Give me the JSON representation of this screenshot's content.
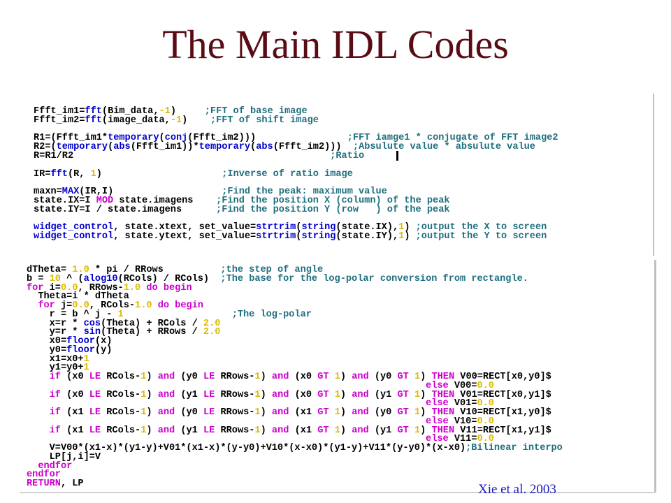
{
  "slide": {
    "title": "The Main IDL Codes",
    "citation": "Xie et al. 2003"
  },
  "code_colors": {
    "default": "#000000",
    "function": "#0000cc",
    "keyword": "#cc00cc",
    "number": "#ddbb00",
    "comment": "#1f6f7f"
  },
  "code_top": {
    "lines": [
      [
        [
          "d",
          "Ffft_im1="
        ],
        [
          "f",
          "fft"
        ],
        [
          "d",
          "(Bim_data,"
        ],
        [
          "n",
          "-1"
        ],
        [
          "d",
          ")     "
        ],
        [
          "c",
          ";FFT of base image"
        ]
      ],
      [
        [
          "d",
          "Ffft_im2="
        ],
        [
          "f",
          "fft"
        ],
        [
          "d",
          "(image_data,"
        ],
        [
          "n",
          "-1"
        ],
        [
          "d",
          ")    "
        ],
        [
          "c",
          ";FFT of shift image"
        ]
      ],
      [],
      [
        [
          "d",
          "R1=(Ffft_im1*"
        ],
        [
          "f",
          "temporary"
        ],
        [
          "d",
          "("
        ],
        [
          "f",
          "conj"
        ],
        [
          "d",
          "(Ffft_im2)))                "
        ],
        [
          "c",
          ";FFT iamge1 * conjugate of FFT image2"
        ]
      ],
      [
        [
          "d",
          "R2=("
        ],
        [
          "f",
          "temporary"
        ],
        [
          "d",
          "("
        ],
        [
          "f",
          "abs"
        ],
        [
          "d",
          "(Ffft_im1))*"
        ],
        [
          "f",
          "temporary"
        ],
        [
          "d",
          "("
        ],
        [
          "f",
          "abs"
        ],
        [
          "d",
          "(Ffft_im2)))  "
        ],
        [
          "c",
          ";Absulute value * absulute value"
        ]
      ],
      [
        [
          "d",
          "R=R1/R2                                             "
        ],
        [
          "c",
          ";Ratio"
        ]
      ],
      [],
      [
        [
          "d",
          "IR="
        ],
        [
          "f",
          "fft"
        ],
        [
          "d",
          "(R, "
        ],
        [
          "n",
          "1"
        ],
        [
          "d",
          ")                     "
        ],
        [
          "c",
          ";Inverse of ratio image"
        ]
      ],
      [],
      [
        [
          "d",
          "maxn="
        ],
        [
          "f",
          "MAX"
        ],
        [
          "d",
          "(IR,I)                   "
        ],
        [
          "c",
          ";Find the peak: maximum value"
        ]
      ],
      [
        [
          "d",
          "state.IX=I "
        ],
        [
          "k",
          "MOD"
        ],
        [
          "d",
          " state.imagens    "
        ],
        [
          "c",
          ";Find the position X (column) of the peak"
        ]
      ],
      [
        [
          "d",
          "state.IY=I / state.imagens      "
        ],
        [
          "c",
          ";Find the position Y (row   ) of the peak"
        ]
      ],
      [],
      [
        [
          "f",
          "widget_control"
        ],
        [
          "d",
          ", state.xtext, set_value="
        ],
        [
          "f",
          "strtrim"
        ],
        [
          "d",
          "("
        ],
        [
          "f",
          "string"
        ],
        [
          "d",
          "(state.IX),"
        ],
        [
          "n",
          "1"
        ],
        [
          "d",
          ") "
        ],
        [
          "c",
          ";output the X to screen"
        ]
      ],
      [
        [
          "f",
          "widget_control"
        ],
        [
          "d",
          ", state.ytext, set_value="
        ],
        [
          "f",
          "strtrim"
        ],
        [
          "d",
          "("
        ],
        [
          "f",
          "string"
        ],
        [
          "d",
          "(state.IY),"
        ],
        [
          "n",
          "1"
        ],
        [
          "d",
          ") "
        ],
        [
          "c",
          ";output the Y to screen"
        ]
      ]
    ]
  },
  "code_bottom": {
    "lines": [
      [
        [
          "d",
          "dTheta= "
        ],
        [
          "n",
          "1.0"
        ],
        [
          "d",
          " * pi / RRows          "
        ],
        [
          "c",
          ";the step of angle"
        ]
      ],
      [
        [
          "d",
          "b = "
        ],
        [
          "n",
          "10"
        ],
        [
          "d",
          " ^ ("
        ],
        [
          "f",
          "alog10"
        ],
        [
          "d",
          "(RCols) / RCols)  "
        ],
        [
          "c",
          ";The base for the log-polar conversion from rectangle."
        ]
      ],
      [
        [
          "k",
          "for"
        ],
        [
          "d",
          " i="
        ],
        [
          "n",
          "0.0"
        ],
        [
          "d",
          ", RRows-"
        ],
        [
          "n",
          "1.0"
        ],
        [
          "d",
          " "
        ],
        [
          "k",
          "do begin"
        ]
      ],
      [
        [
          "d",
          "  Theta=i * dTheta"
        ]
      ],
      [
        [
          "d",
          "  "
        ],
        [
          "k",
          "for"
        ],
        [
          "d",
          " j="
        ],
        [
          "n",
          "0.0"
        ],
        [
          "d",
          ", RCols-"
        ],
        [
          "n",
          "1.0"
        ],
        [
          "d",
          " "
        ],
        [
          "k",
          "do begin"
        ]
      ],
      [
        [
          "d",
          "    r = b ^ j - "
        ],
        [
          "n",
          "1"
        ],
        [
          "d",
          "                   "
        ],
        [
          "c",
          ";The log-polar"
        ]
      ],
      [
        [
          "d",
          "    x=r * "
        ],
        [
          "f",
          "cos"
        ],
        [
          "d",
          "(Theta) + RCols / "
        ],
        [
          "n",
          "2.0"
        ]
      ],
      [
        [
          "d",
          "    y=r * "
        ],
        [
          "f",
          "sin"
        ],
        [
          "d",
          "(Theta) + RRows / "
        ],
        [
          "n",
          "2.0"
        ]
      ],
      [
        [
          "d",
          "    x0="
        ],
        [
          "f",
          "floor"
        ],
        [
          "d",
          "(x)"
        ]
      ],
      [
        [
          "d",
          "    y0="
        ],
        [
          "f",
          "floor"
        ],
        [
          "d",
          "(y)"
        ]
      ],
      [
        [
          "d",
          "    x1=x0+"
        ],
        [
          "n",
          "1"
        ]
      ],
      [
        [
          "d",
          "    y1=y0+"
        ],
        [
          "n",
          "1"
        ]
      ],
      [
        [
          "d",
          "    "
        ],
        [
          "k",
          "if"
        ],
        [
          "d",
          " (x0 "
        ],
        [
          "k",
          "LE"
        ],
        [
          "d",
          " RCols-"
        ],
        [
          "n",
          "1"
        ],
        [
          "d",
          ") "
        ],
        [
          "k",
          "and"
        ],
        [
          "d",
          " (y0 "
        ],
        [
          "k",
          "LE"
        ],
        [
          "d",
          " RRows-"
        ],
        [
          "n",
          "1"
        ],
        [
          "d",
          ") "
        ],
        [
          "k",
          "and"
        ],
        [
          "d",
          " (x0 "
        ],
        [
          "k",
          "GT"
        ],
        [
          "d",
          " "
        ],
        [
          "n",
          "1"
        ],
        [
          "d",
          ") "
        ],
        [
          "k",
          "and"
        ],
        [
          "d",
          " (y0 "
        ],
        [
          "k",
          "GT"
        ],
        [
          "d",
          " "
        ],
        [
          "n",
          "1"
        ],
        [
          "d",
          ") "
        ],
        [
          "k",
          "THEN"
        ],
        [
          "d",
          " V00=RECT[x0,y0]$"
        ]
      ],
      [
        [
          "d",
          "                                                                      "
        ],
        [
          "k",
          "else"
        ],
        [
          "d",
          " V00="
        ],
        [
          "n",
          "0.0"
        ]
      ],
      [
        [
          "d",
          "    "
        ],
        [
          "k",
          "if"
        ],
        [
          "d",
          " (x0 "
        ],
        [
          "k",
          "LE"
        ],
        [
          "d",
          " RCols-"
        ],
        [
          "n",
          "1"
        ],
        [
          "d",
          ") "
        ],
        [
          "k",
          "and"
        ],
        [
          "d",
          " (y1 "
        ],
        [
          "k",
          "LE"
        ],
        [
          "d",
          " RRows-"
        ],
        [
          "n",
          "1"
        ],
        [
          "d",
          ") "
        ],
        [
          "k",
          "and"
        ],
        [
          "d",
          " (x0 "
        ],
        [
          "k",
          "GT"
        ],
        [
          "d",
          " "
        ],
        [
          "n",
          "1"
        ],
        [
          "d",
          ") "
        ],
        [
          "k",
          "and"
        ],
        [
          "d",
          " (y1 "
        ],
        [
          "k",
          "GT"
        ],
        [
          "d",
          " "
        ],
        [
          "n",
          "1"
        ],
        [
          "d",
          ") "
        ],
        [
          "k",
          "THEN"
        ],
        [
          "d",
          " V01=RECT[x0,y1]$"
        ]
      ],
      [
        [
          "d",
          "                                                                      "
        ],
        [
          "k",
          "else"
        ],
        [
          "d",
          " V01="
        ],
        [
          "n",
          "0.0"
        ]
      ],
      [
        [
          "d",
          "    "
        ],
        [
          "k",
          "if"
        ],
        [
          "d",
          " (x1 "
        ],
        [
          "k",
          "LE"
        ],
        [
          "d",
          " RCols-"
        ],
        [
          "n",
          "1"
        ],
        [
          "d",
          ") "
        ],
        [
          "k",
          "and"
        ],
        [
          "d",
          " (y0 "
        ],
        [
          "k",
          "LE"
        ],
        [
          "d",
          " RRows-"
        ],
        [
          "n",
          "1"
        ],
        [
          "d",
          ") "
        ],
        [
          "k",
          "and"
        ],
        [
          "d",
          " (x1 "
        ],
        [
          "k",
          "GT"
        ],
        [
          "d",
          " "
        ],
        [
          "n",
          "1"
        ],
        [
          "d",
          ") "
        ],
        [
          "k",
          "and"
        ],
        [
          "d",
          " (y0 "
        ],
        [
          "k",
          "GT"
        ],
        [
          "d",
          " "
        ],
        [
          "n",
          "1"
        ],
        [
          "d",
          ") "
        ],
        [
          "k",
          "THEN"
        ],
        [
          "d",
          " V10=RECT[x1,y0]$"
        ]
      ],
      [
        [
          "d",
          "                                                                      "
        ],
        [
          "k",
          "else"
        ],
        [
          "d",
          " V10="
        ],
        [
          "n",
          "0.0"
        ]
      ],
      [
        [
          "d",
          "    "
        ],
        [
          "k",
          "if"
        ],
        [
          "d",
          " (x1 "
        ],
        [
          "k",
          "LE"
        ],
        [
          "d",
          " RCols-"
        ],
        [
          "n",
          "1"
        ],
        [
          "d",
          ") "
        ],
        [
          "k",
          "and"
        ],
        [
          "d",
          " (y1 "
        ],
        [
          "k",
          "LE"
        ],
        [
          "d",
          " RRows-"
        ],
        [
          "n",
          "1"
        ],
        [
          "d",
          ") "
        ],
        [
          "k",
          "and"
        ],
        [
          "d",
          " (x1 "
        ],
        [
          "k",
          "GT"
        ],
        [
          "d",
          " "
        ],
        [
          "n",
          "1"
        ],
        [
          "d",
          ") "
        ],
        [
          "k",
          "and"
        ],
        [
          "d",
          " (y1 "
        ],
        [
          "k",
          "GT"
        ],
        [
          "d",
          " "
        ],
        [
          "n",
          "1"
        ],
        [
          "d",
          ") "
        ],
        [
          "k",
          "THEN"
        ],
        [
          "d",
          " V11=RECT[x1,y1]$"
        ]
      ],
      [
        [
          "d",
          "                                                                      "
        ],
        [
          "k",
          "else"
        ],
        [
          "d",
          " V11="
        ],
        [
          "n",
          "0.0"
        ]
      ],
      [
        [
          "d",
          "    V=V00*(x1-x)*(y1-y)+V01*(x1-x)*(y-y0)+V10*(x-x0)*(y1-y)+V11*(y-y0)*(x-x0)"
        ],
        [
          "c",
          ";Bilinear interpo"
        ]
      ],
      [
        [
          "d",
          "    LP[j,i]=V"
        ]
      ],
      [
        [
          "d",
          "  "
        ],
        [
          "k",
          "endfor"
        ]
      ],
      [
        [
          "k",
          "endfor"
        ]
      ],
      [
        [
          "k",
          "RETURN"
        ],
        [
          "d",
          ", LP"
        ]
      ]
    ]
  }
}
